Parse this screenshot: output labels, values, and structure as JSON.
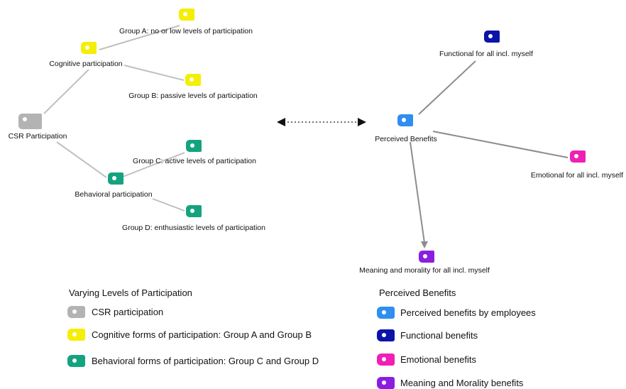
{
  "colors": {
    "csr": "#b3b3b3",
    "cognitive": "#f5ee05",
    "behavioral": "#14a37f",
    "perceived": "#2f8ef0",
    "functional": "#0a14a8",
    "emotional": "#f01fb5",
    "meaning": "#8a1ee0"
  },
  "nodes": {
    "groupA": "Group A: no or low levels of participation",
    "cognitive": "Cognitive participation",
    "groupB": "Group B: passive levels of participation",
    "csr": "CSR Participation",
    "groupC": "Group C: active levels of participation",
    "behavioral": "Behavioral participation",
    "groupD": "Group D: enthusiastic levels of participation",
    "functional": "Functional for all incl. myself",
    "perceived": "Perceived Benefits",
    "emotional": "Emotional for all incl. myself",
    "meaning": "Meaning and morality for all incl. myself"
  },
  "legend_left": {
    "title": "Varying Levels of Participation",
    "items": [
      "CSR participation",
      "Cognitive forms of participation: Group A and Group B",
      "Behavioral forms of participation: Group C and Group D"
    ]
  },
  "legend_right": {
    "title": "Perceived Benefits",
    "items": [
      "Perceived benefits by employees",
      "Functional benefits",
      "Emotional benefits",
      "Meaning and Morality benefits"
    ]
  }
}
